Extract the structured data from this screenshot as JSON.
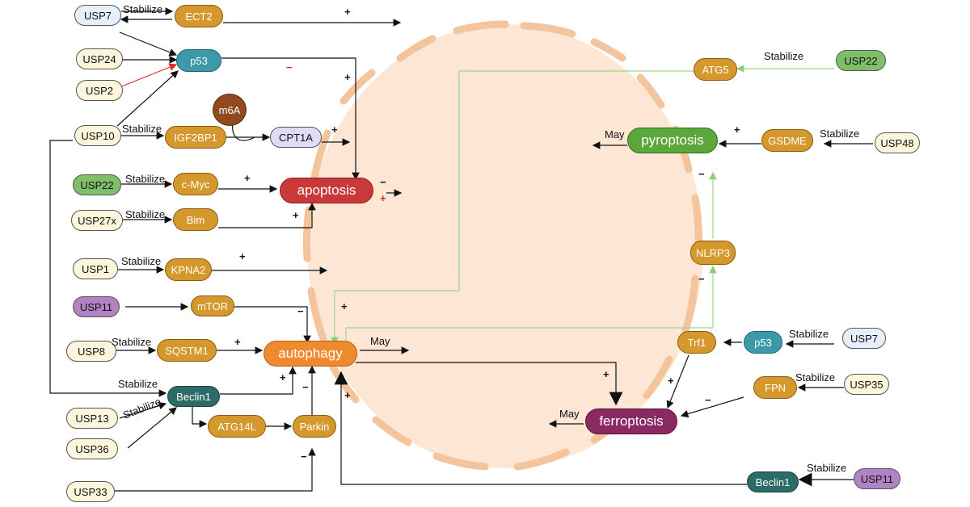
{
  "nodes": {
    "usp7_top": "USP7",
    "ect2": "ECT2",
    "usp24": "USP24",
    "p53_left": "p53",
    "usp2": "USP2",
    "m6a": "m6A",
    "usp10": "USP10",
    "igf2bp1": "IGF2BP1",
    "cpt1a": "CPT1A",
    "usp22_left": "USP22",
    "cmyc": "c-Myc",
    "apoptosis": "apoptosis",
    "usp27x": "USP27x",
    "bim": "Bim",
    "usp1": "USP1",
    "kpna2": "KPNA2",
    "usp11_left": "USP11",
    "mtor": "mTOR",
    "usp8": "USP8",
    "sqstm1": "SQSTM1",
    "autophagy": "autophagy",
    "beclin1_left": "Beclin1",
    "usp13": "USP13",
    "atg14l": "ATG14L",
    "parkin": "Parkin",
    "usp36": "USP36",
    "usp33": "USP33",
    "atg5": "ATG5",
    "usp22_right": "USP22",
    "pyroptosis": "pyroptosis",
    "gsdme": "GSDME",
    "usp48": "USP48",
    "nlrp3": "NLRP3",
    "trf1": "Trf1",
    "p53_right": "p53",
    "usp7_right": "USP7",
    "fpn": "FPN",
    "usp35": "USP35",
    "ferroptosis": "ferroptosis",
    "beclin1_right": "Beclin1",
    "usp11_right": "USP11"
  },
  "labels": {
    "stabilize": "Stabilize",
    "may": "May",
    "plus": "+",
    "minus": "−"
  },
  "colors": {
    "gold": "#d4982c",
    "teal": "#3d98a8",
    "apoptosis": "#c9393a",
    "autophagy": "#ef8a2e",
    "pyroptosis": "#5aa83c",
    "ferroptosis": "#8b2a62",
    "cell": "#fde7d4",
    "green_line": "#9fd58a"
  }
}
